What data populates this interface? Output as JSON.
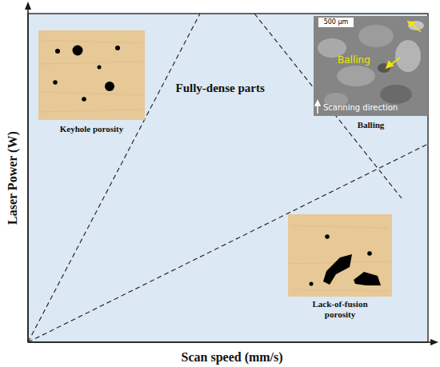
{
  "diagram": {
    "nodes": [
      {
        "text": [
          "Keyhole porosity"
        ]
      },
      {
        "text": [
          "500 µm",
          "Balling",
          "Scanning direction",
          "Balling"
        ]
      },
      {
        "text": [
          "Lack-of-fusion porosity"
        ]
      }
    ],
    "labels": [
      "Laser Power (W)",
      "Fully-dense parts",
      "Scan speed (mm/s)"
    ]
  }
}
